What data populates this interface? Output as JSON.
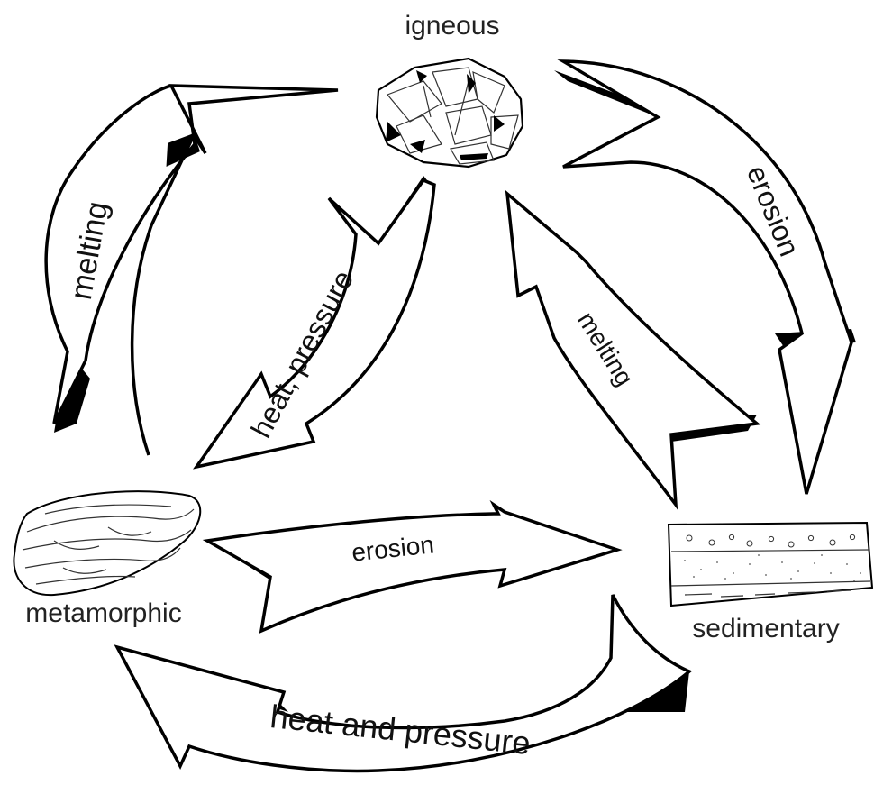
{
  "rocks": {
    "igneous": "igneous",
    "metamorphic": "metamorphic",
    "sedimentary": "sedimentary"
  },
  "arrows": {
    "melting_left": "melting",
    "heat_pressure_center": "heat, pressure",
    "erosion_right": "erosion",
    "melting_center": "melting",
    "erosion_bottom": "erosion",
    "heat_and_pressure_bottom": "heat and pressure"
  },
  "colors": {
    "ink": "#000000",
    "paper": "#ffffff"
  }
}
